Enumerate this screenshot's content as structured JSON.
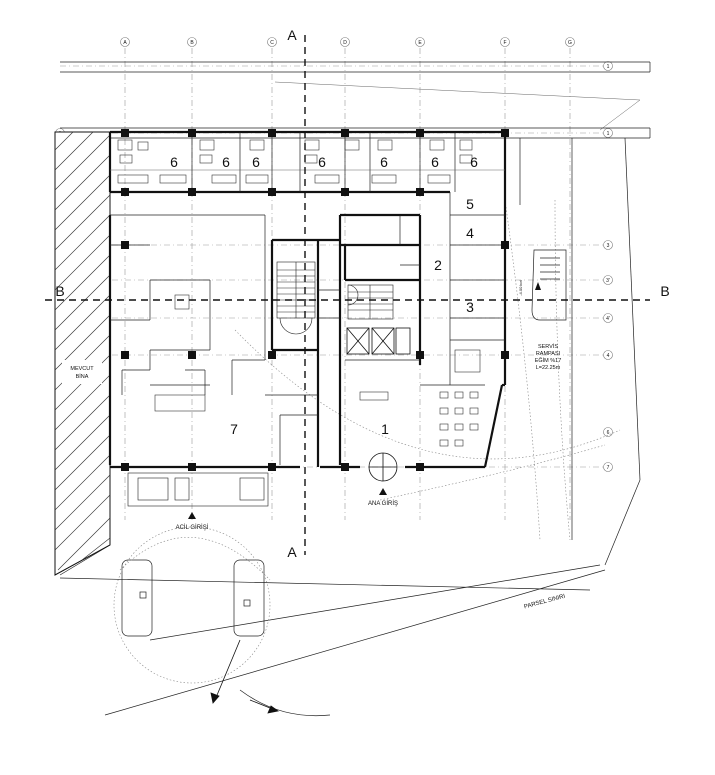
{
  "grid": {
    "columns": [
      "A",
      "B",
      "C",
      "D",
      "E",
      "F",
      "G"
    ],
    "rows": [
      "1",
      "1",
      "3",
      "3'",
      "4'",
      "4",
      "7",
      "6"
    ]
  },
  "rooms": [
    "6",
    "6",
    "6",
    "6",
    "6",
    "6",
    "6",
    "5",
    "4",
    "2",
    "3",
    "7",
    "1"
  ],
  "labels": {
    "existing_building_1": "MEVCUT",
    "existing_building_2": "BİNA",
    "ramp_1": "SERVİS",
    "ramp_2": "RAMPASI",
    "ramp_3": "EĞİM %17",
    "ramp_4": "L=22.25m",
    "ramp_level": "-4.00 kot",
    "main_entrance": "ANA GİRİŞ",
    "emergency_entrance": "ACİL GİRİŞİ",
    "parcel_boundary": "PARSEL SINIRI"
  },
  "sections": {
    "a_top": "A",
    "a_bottom": "A",
    "b_left": "B",
    "b_right": "B"
  },
  "icons": [
    "entrance-arrow-icon",
    "car-icon",
    "revolving-door-icon",
    "stair-icon",
    "elevator-icon"
  ]
}
